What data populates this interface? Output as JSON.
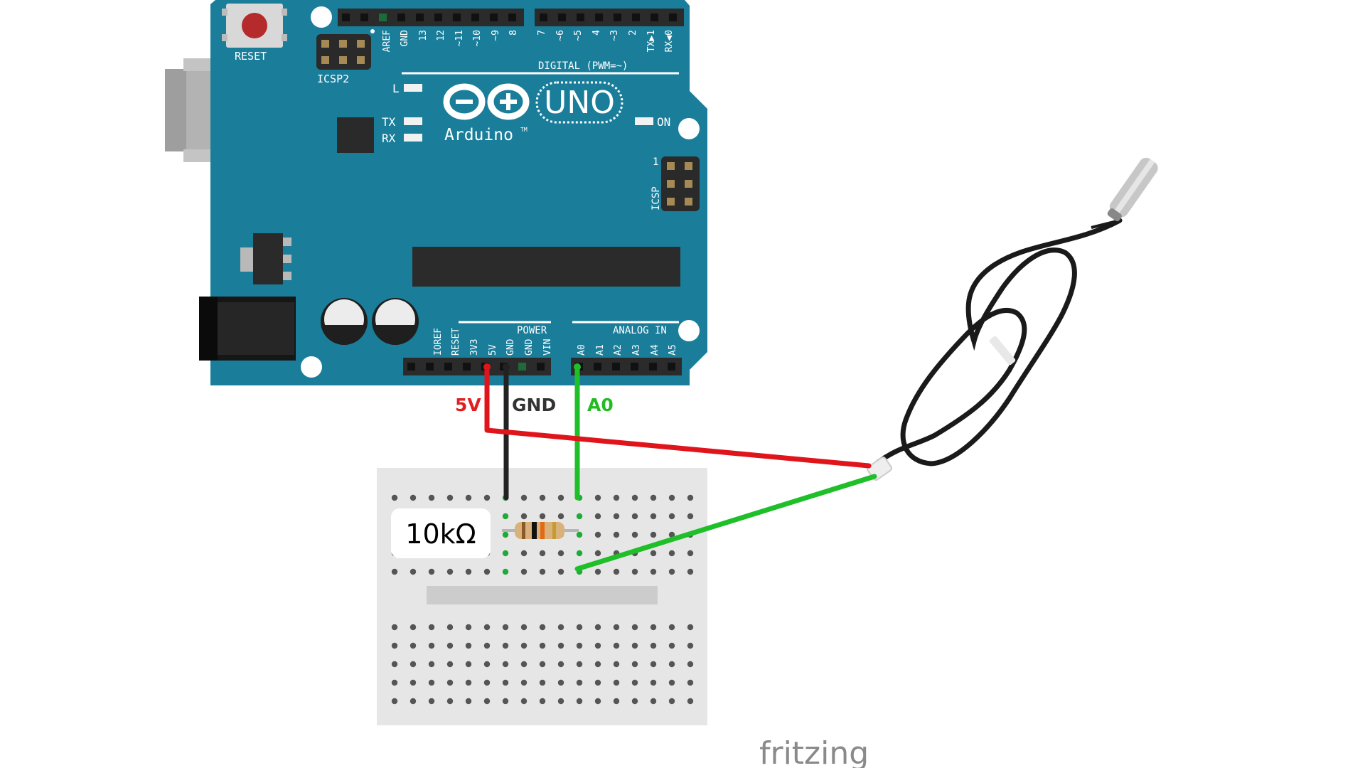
{
  "board": {
    "reset_label": "RESET",
    "icsp2_label": "ICSP2",
    "icsp_label": "ICSP",
    "icsp_pin1_label": "1",
    "digital_label": "DIGITAL (PWM=~)",
    "led_l_label": "L",
    "led_tx_label": "TX",
    "led_rx_label": "RX",
    "led_on_label": "ON",
    "uno_label": "UNO",
    "arduino_label": "Arduino",
    "tm_label": "TM",
    "power_label": "POWER",
    "analog_label": "ANALOG IN",
    "digital_pins": [
      "AREF",
      "GND",
      "13",
      "12",
      "~11",
      "~10",
      "~9",
      "8",
      "7",
      "~6",
      "~5",
      "4",
      "~3",
      "2",
      "TX▶1",
      "RX◀0"
    ],
    "power_pins": [
      "IOREF",
      "RESET",
      "3V3",
      "5V",
      "GND",
      "GND",
      "VIN"
    ],
    "analog_pins": [
      "A0",
      "A1",
      "A2",
      "A3",
      "A4",
      "A5"
    ]
  },
  "wires": {
    "v5_label": "5V",
    "gnd_label": "GND",
    "a0_label": "A0"
  },
  "resistor": {
    "label": "10kΩ"
  },
  "footer": {
    "brand": "fritzing"
  },
  "colors": {
    "board": "#1a7e9a",
    "wire_5v": "#e0151b",
    "wire_gnd": "#222222",
    "wire_a0": "#1fbf2a",
    "label_5v": "#e02020",
    "label_gnd": "#333333",
    "label_a0": "#22bb22"
  }
}
